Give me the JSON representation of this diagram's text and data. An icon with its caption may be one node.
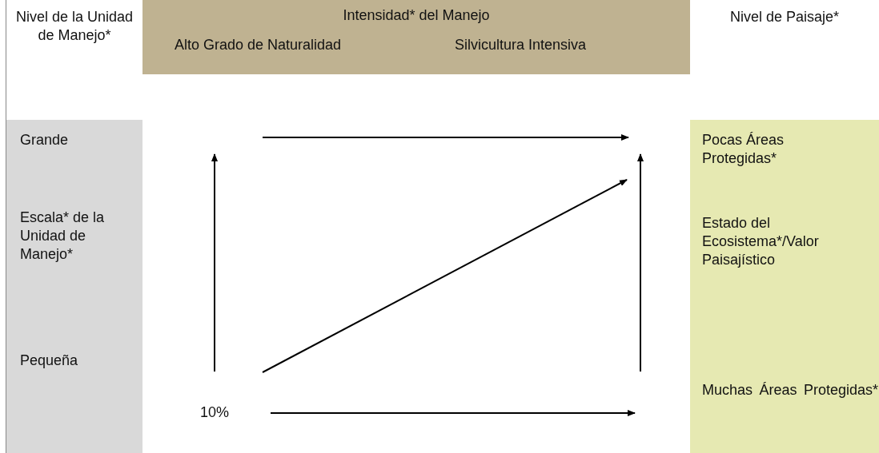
{
  "diagram": {
    "nodes": [
      {
        "text": [
          "Intensidad* del Manejo",
          "Alto Grado de Naturalidad",
          "Silvicultura Intensiva"
        ]
      },
      {
        "text": [
          "Grande",
          "Escala* de la Unidad de Manejo*",
          "Pequeña"
        ]
      },
      {
        "text": [
          "Pocas Áreas Protegidas*",
          "Estado del Ecosistema*/Valor Paisajístico",
          "Muchas Áreas Protegidas*"
        ]
      }
    ],
    "labels": [
      "Nivel de la Unidad de Manejo*",
      "Nivel de Paisaje*",
      "10%"
    ]
  }
}
